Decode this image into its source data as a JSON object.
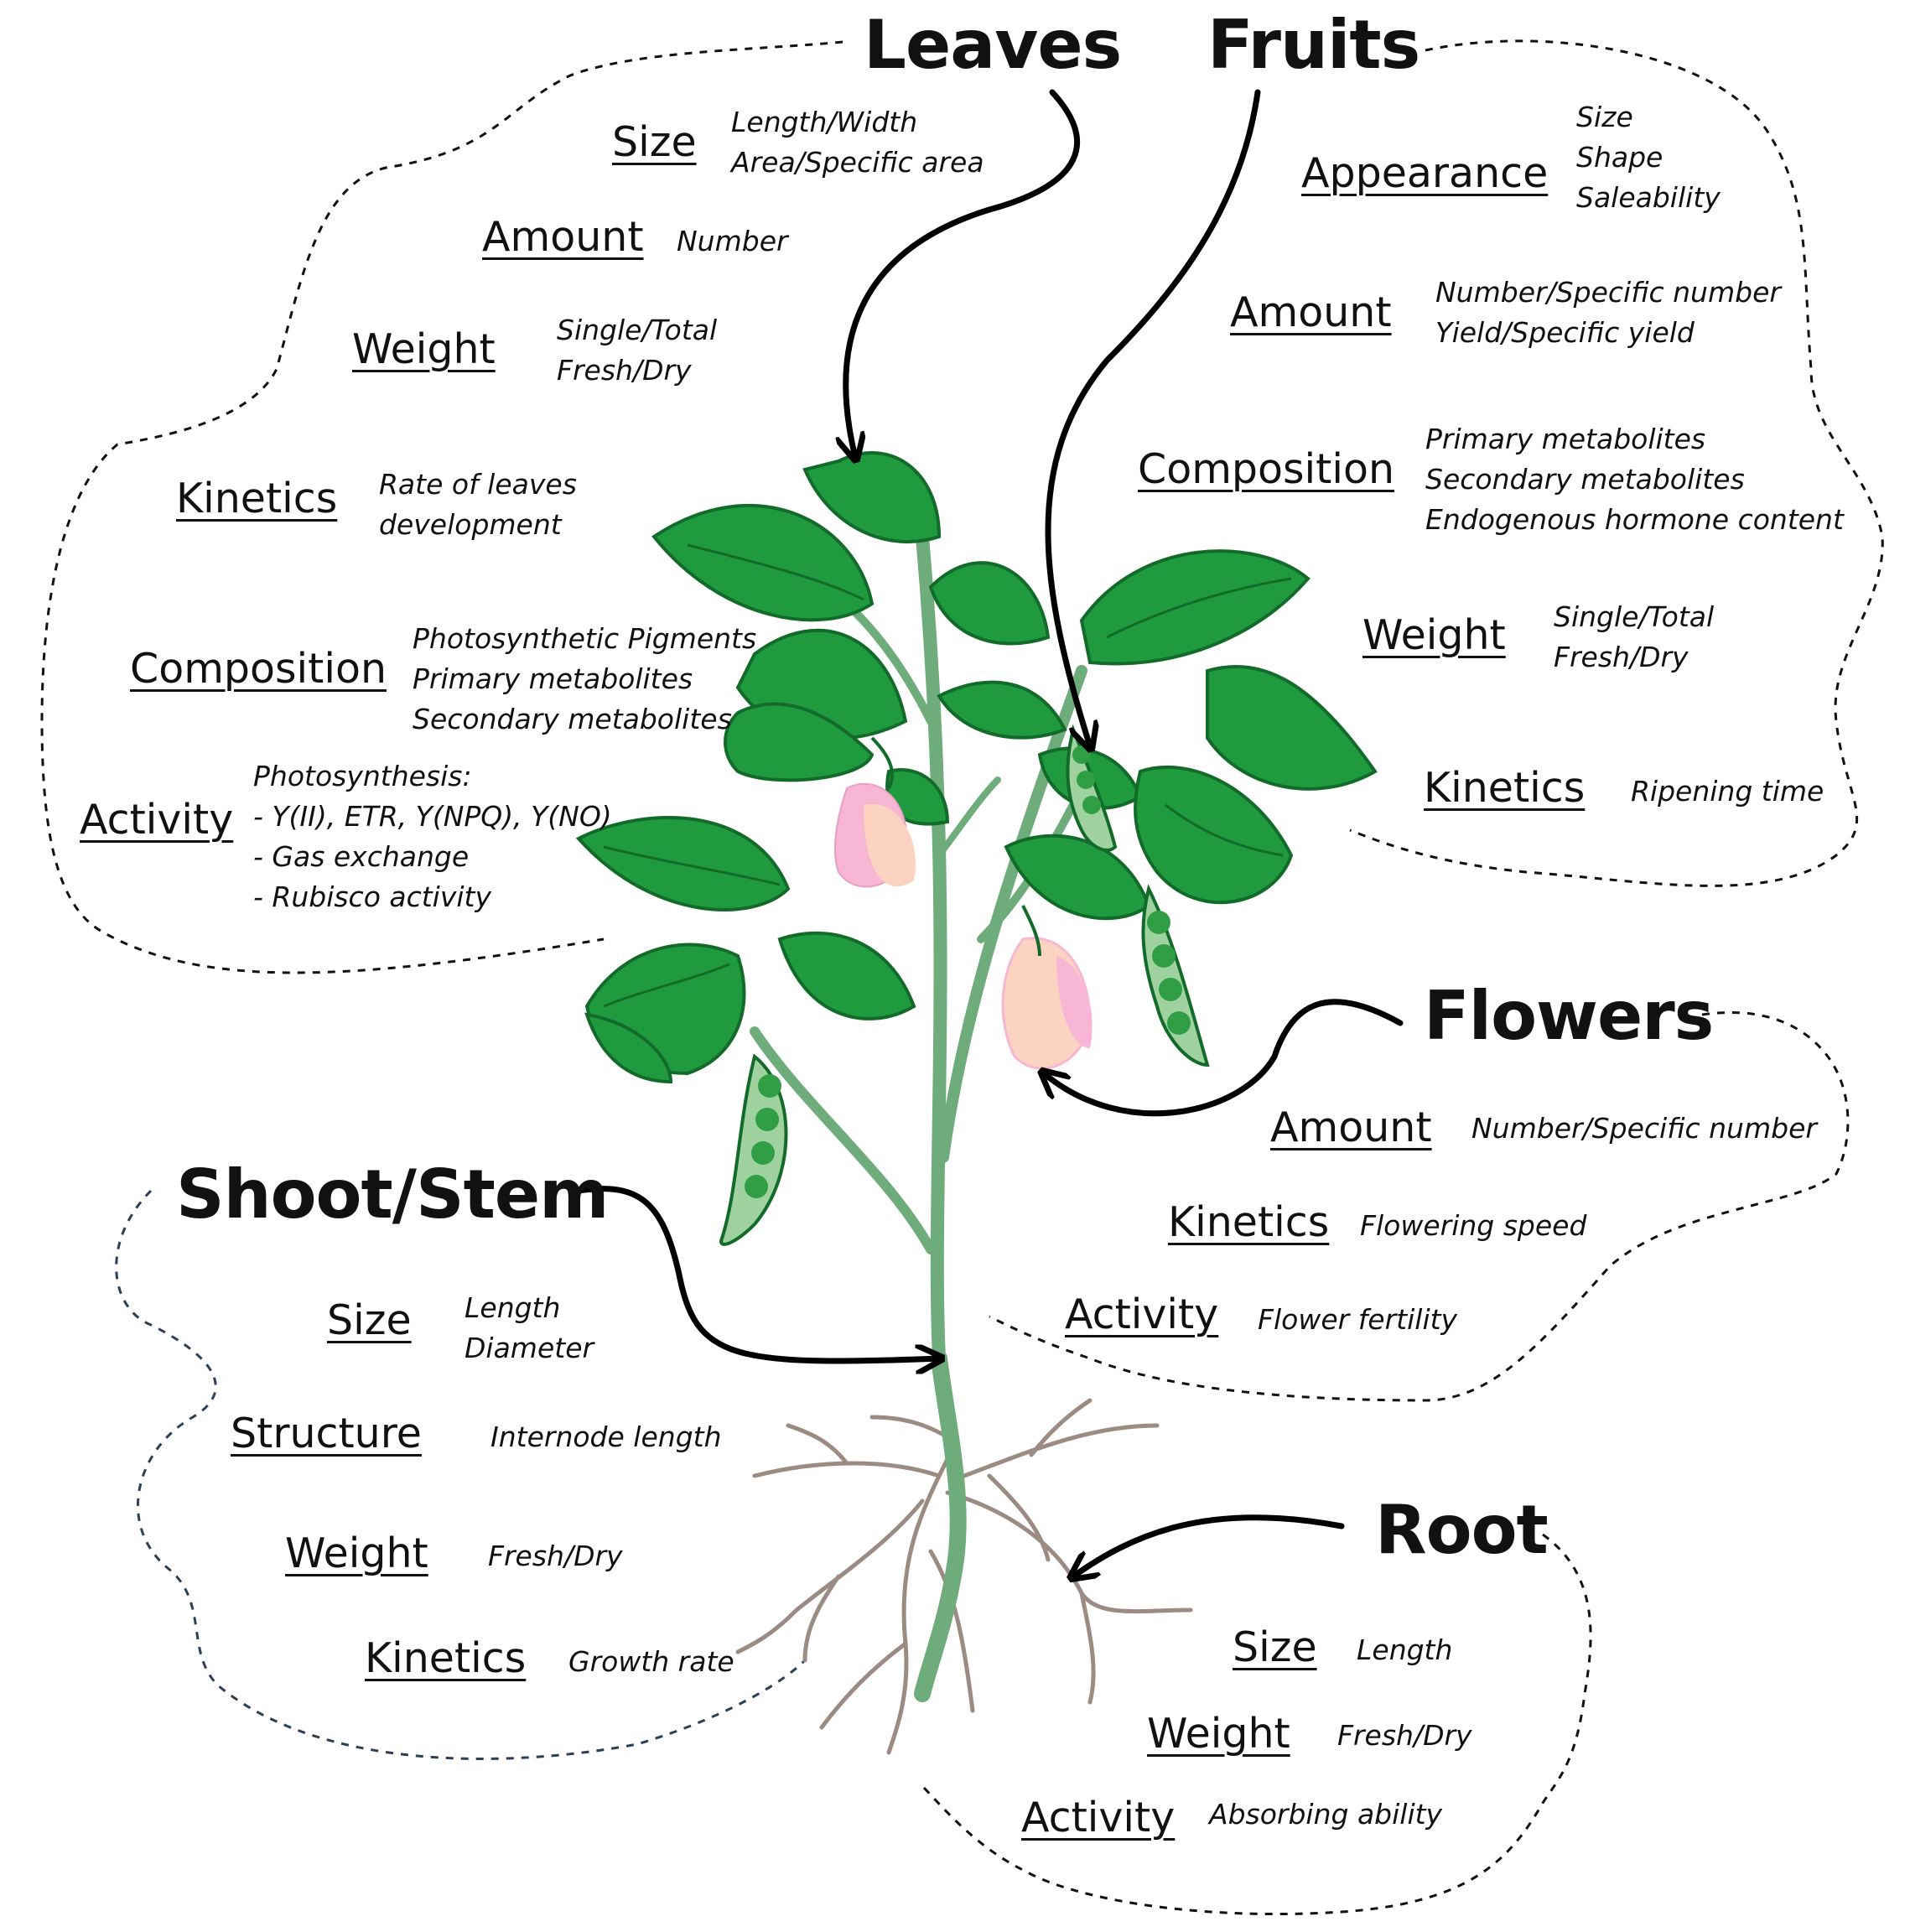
{
  "colors": {
    "leaf": "#1f9a3e",
    "leaf_dark": "#136b2a",
    "stem": "#6fac7c",
    "pod": "#9fd29f",
    "pea": "#2f9e45",
    "flower_pink": "#f7b6d4",
    "flower_peach": "#fcd3c0",
    "root": "#9c8b82",
    "text": "#111111"
  },
  "leaves": {
    "title": "Leaves",
    "items": [
      {
        "label": "Size",
        "details": [
          "Length/Width",
          "Area/Specific area"
        ]
      },
      {
        "label": "Amount",
        "details": [
          "Number"
        ]
      },
      {
        "label": "Weight",
        "details": [
          "Single/Total",
          "Fresh/Dry"
        ]
      },
      {
        "label": "Kinetics",
        "details": [
          "Rate of leaves",
          "development"
        ]
      },
      {
        "label": "Composition",
        "details": [
          "Photosynthetic Pigments",
          "Primary metabolites",
          "Secondary metabolites"
        ]
      },
      {
        "label": "Activity",
        "details": [
          "Photosynthesis:",
          "- Y(II), ETR, Y(NPQ), Y(NO)",
          "- Gas exchange",
          "- Rubisco activity"
        ]
      }
    ]
  },
  "fruits": {
    "title": "Fruits",
    "items": [
      {
        "label": "Appearance",
        "details": [
          "Size",
          "Shape",
          "Saleability"
        ]
      },
      {
        "label": "Amount",
        "details": [
          "Number/Specific number",
          "Yield/Specific yield"
        ]
      },
      {
        "label": "Composition",
        "details": [
          "Primary metabolites",
          "Secondary metabolites",
          "Endogenous hormone content"
        ]
      },
      {
        "label": "Weight",
        "details": [
          "Single/Total",
          "Fresh/Dry"
        ]
      },
      {
        "label": "Kinetics",
        "details": [
          "Ripening time"
        ]
      }
    ]
  },
  "flowers": {
    "title": "Flowers",
    "items": [
      {
        "label": "Amount",
        "details": [
          "Number/Specific number"
        ]
      },
      {
        "label": "Kinetics",
        "details": [
          "Flowering speed"
        ]
      },
      {
        "label": "Activity",
        "details": [
          "Flower fertility"
        ]
      }
    ]
  },
  "shoot": {
    "title": "Shoot/Stem",
    "items": [
      {
        "label": "Size",
        "details": [
          "Length",
          "Diameter"
        ]
      },
      {
        "label": "Structure",
        "details": [
          "Internode length"
        ]
      },
      {
        "label": "Weight",
        "details": [
          "Fresh/Dry"
        ]
      },
      {
        "label": "Kinetics",
        "details": [
          "Growth rate"
        ]
      }
    ]
  },
  "root": {
    "title": "Root",
    "items": [
      {
        "label": "Size",
        "details": [
          "Length"
        ]
      },
      {
        "label": "Weight",
        "details": [
          "Fresh/Dry"
        ]
      },
      {
        "label": "Activity",
        "details": [
          "Absorbing ability"
        ]
      }
    ]
  }
}
